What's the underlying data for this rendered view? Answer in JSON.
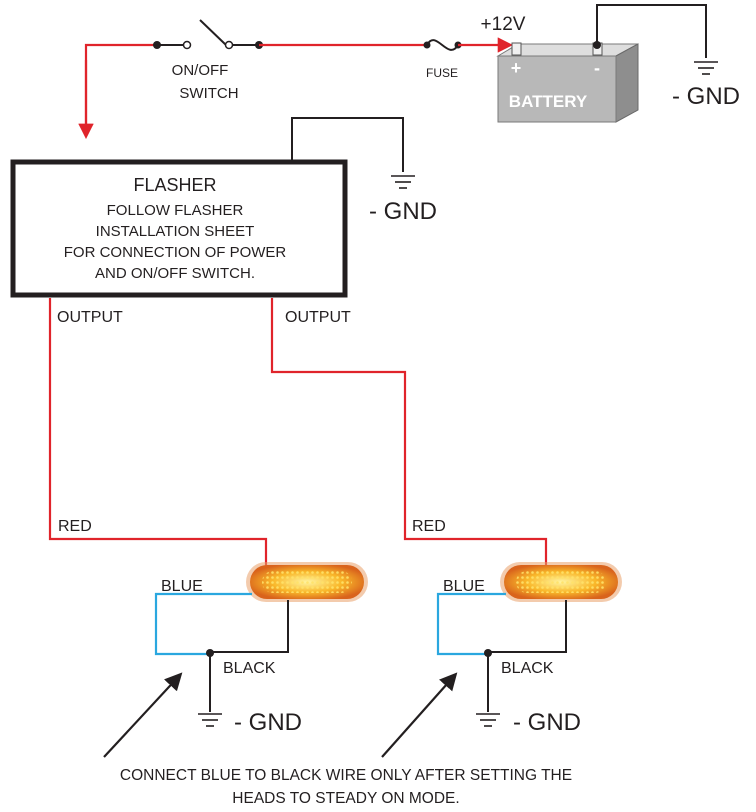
{
  "colors": {
    "red_wire": "#e0242b",
    "black_wire": "#231f20",
    "blue_wire": "#2aa7df",
    "led_amber": "#f7a823",
    "battery_body": "#b8b8b8"
  },
  "labels": {
    "switch_line1": "ON/OFF",
    "switch_line2": "SWITCH",
    "fuse": "FUSE",
    "voltage": "+12V",
    "battery_plus": "+",
    "battery_minus": "-",
    "battery": "BATTERY",
    "gnd_battery": "- GND",
    "gnd_flasher": "- GND",
    "gnd_led1": "- GND",
    "gnd_led2": "- GND",
    "flasher_title": "FLASHER",
    "flasher_line1": "FOLLOW FLASHER",
    "flasher_line2": "INSTALLATION SHEET",
    "flasher_line3": "FOR CONNECTION OF POWER",
    "flasher_line4": "AND ON/OFF SWITCH.",
    "output_left": "OUTPUT",
    "output_right": "OUTPUT",
    "red_left": "RED",
    "red_right": "RED",
    "blue_left": "BLUE",
    "blue_right": "BLUE",
    "black_left": "BLACK",
    "black_right": "BLACK",
    "note_line1": "CONNECT BLUE TO BLACK WIRE ONLY AFTER SETTING THE",
    "note_line2": "HEADS TO STEADY ON MODE."
  },
  "icons": {
    "ground": "ground-symbol-icon",
    "switch": "switch-icon",
    "fuse": "fuse-icon",
    "battery": "battery-icon",
    "led": "led-light-head-icon",
    "arrow": "arrow-icon"
  }
}
